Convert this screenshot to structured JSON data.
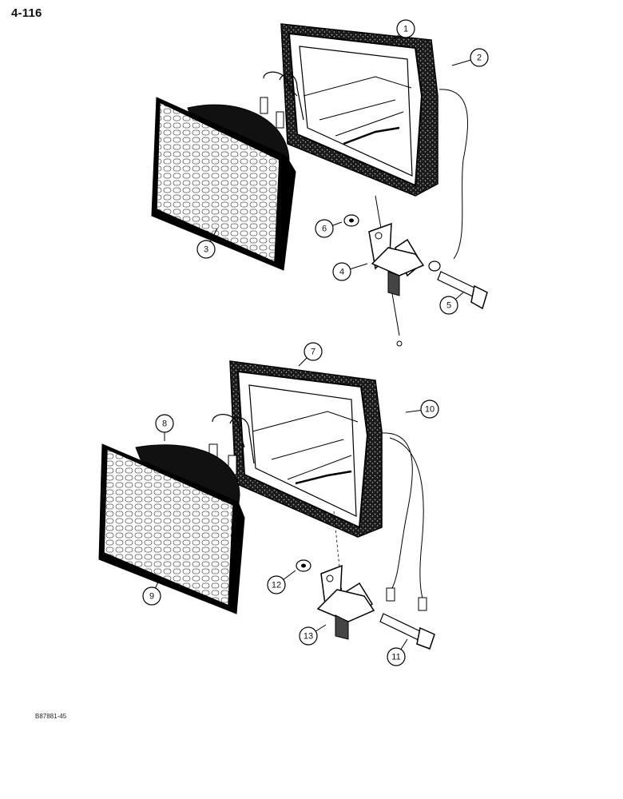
{
  "page_number": "4-116",
  "figure_code": "B87881-45",
  "callouts": [
    "1",
    "2",
    "3",
    "4",
    "5",
    "6",
    "7",
    "8",
    "9",
    "10",
    "11",
    "12",
    "13"
  ]
}
